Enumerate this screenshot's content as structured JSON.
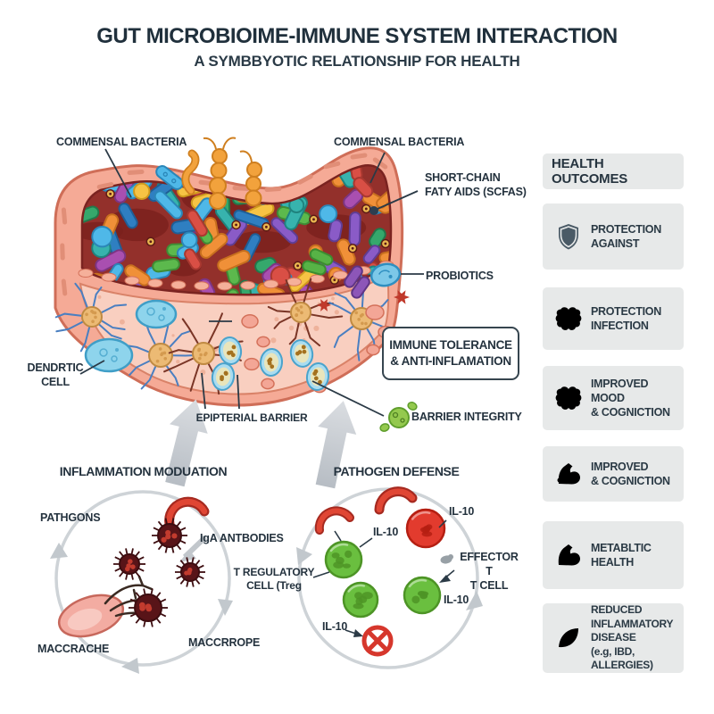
{
  "header": {
    "title": "GUT MICROBIOIME-IMMUNE SYSTEM INTERACTION",
    "subtitle": "A SYMBBYOTIC RELATIONSHIP FOR HEALTH"
  },
  "gut": {
    "commensal_left": "COMMENSAL BACTERIA",
    "commensal_right": "COMMENSAL BACTERIA",
    "scfa": "SHORT-CHAIN\nFATY AIDS (SCFAS)",
    "probiotics": "PROBIOTICS",
    "tolerance_box": "IMMUNE TOLERANCE\n& ANTI-INFLAMATION",
    "dendritic_cell": "DENDRTIC\nCELL",
    "epithelial_barrier": "EPIPTERIAL BARRIER",
    "barrier_integrity": "BARRIER INTEGRITY"
  },
  "sidebar": {
    "header": "HEALTH OUTCOMES",
    "items": [
      {
        "icon": "shield-icon",
        "label": "PROTECTION\nAGAINST"
      },
      {
        "icon": "brain-icon",
        "label": "PROTECTION\nINFECTION"
      },
      {
        "icon": "brain-icon",
        "label": "IMPROVED MOOD\n& COGNICTION"
      },
      {
        "icon": "muscle-icon",
        "label": "IMPROVED\n& COGNICTION"
      },
      {
        "icon": "muscle-icon",
        "label": "METABLTIC\nHEALTH"
      },
      {
        "icon": "leaf-icon",
        "label": "REDUCED\nINFLAMMATORY\nDISEASE\n(e.g, IBD, ALLERGIES)"
      }
    ]
  },
  "inflammation_cycle": {
    "title": "INFLAMMATION MODUATION",
    "pathogens_label": "PATHGONS",
    "iga_label": "IgA ANTBODIES",
    "macrophage_label_left": "MACCRACHE",
    "macrophage_label_right": "MACCRROPE"
  },
  "defense_cycle": {
    "title": "PATHOGEN DEFENSE",
    "il10_top": "IL-10",
    "il10_mid": "IL-10",
    "il10_right": "IL-10",
    "il10_bottom": "IL-10",
    "treg_label": "T REGULATORY\nCELL (Treg",
    "effector_label": "EFFECTOR T\nT CELL"
  },
  "colors": {
    "title_navy": "#20303c",
    "label_ink": "#24323e",
    "panel_gray": "#e7e9e9",
    "icon_slate": "#46565f",
    "red": "#d6372c",
    "green": "#6abf3f",
    "cycle_gray": "#c9ced3"
  }
}
